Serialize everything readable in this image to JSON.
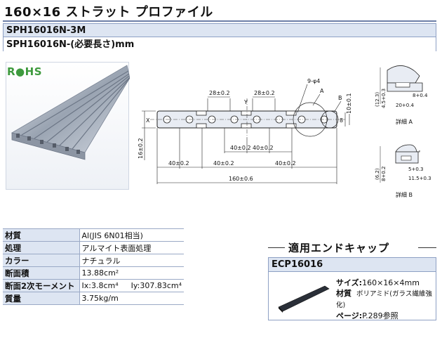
{
  "header": {
    "title": "160×16 ストラット プロファイル"
  },
  "part_numbers": {
    "fixed": "SPH16016N-3M",
    "custom": "SPH16016N-(必要長さ)mm"
  },
  "badge": {
    "rohs": "R●HS",
    "color": "#3e9a3e"
  },
  "drawing": {
    "dims": {
      "pitch_top_left": "28±0.2",
      "pitch_top_right": "28±0.2",
      "hole": "9-φ4",
      "label_a": "A",
      "label_b": "B",
      "label_x": "X",
      "label_y": "Y",
      "height_right": "10±0.1",
      "height_8": "8",
      "height_left": "16±0.2",
      "mid_left": "40±0.2",
      "mid_right": "40±0.2",
      "low_1": "40±0.2",
      "low_2": "40±0.2",
      "low_3": "40±0.2",
      "overall": "160±0.6"
    },
    "detail_a": {
      "caption": "詳細 A",
      "d1": "(12.3)",
      "d2": "4.5+0.3",
      "d3": "8+0.4",
      "d4": "20+0.4"
    },
    "detail_b": {
      "caption": "詳細 B",
      "d1": "(6.2)",
      "d2": "8+0.2",
      "d3": "5+0.3",
      "d4": "11.5+0.3"
    }
  },
  "specs": [
    {
      "label": "材質",
      "value": "Al(JIS 6N01相当)"
    },
    {
      "label": "処理",
      "value": "アルマイト表面処理"
    },
    {
      "label": "カラー",
      "value": "ナチュラル"
    },
    {
      "label": "断面積",
      "value": "13.88cm²"
    },
    {
      "label": "断面2次モーメント",
      "value": "Ix:3.8cm⁴",
      "value2": "Iy:307.83cm⁴"
    },
    {
      "label": "質量",
      "value": "3.75kg/m"
    }
  ],
  "end_cap": {
    "section_title": "適用エンドキャップ",
    "code": "ECP16016",
    "size_label": "サイズ:",
    "size_value": "160×16×4mm",
    "material_label": "材質",
    "material_value": "ポリアミド(ガラス繊維強化)",
    "page_label": "ページ:",
    "page_value": "P.289参照"
  }
}
